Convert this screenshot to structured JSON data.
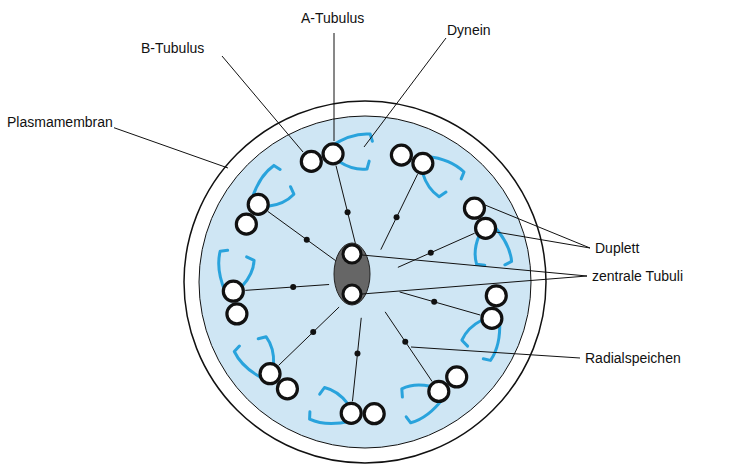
{
  "diagram": {
    "labels": [
      "A-Tubulus",
      "B-Tubulus",
      "Dynein",
      "Plasmamembran",
      "Duplett",
      "zentrale Tubuli",
      "Radialspeichen"
    ]
  }
}
